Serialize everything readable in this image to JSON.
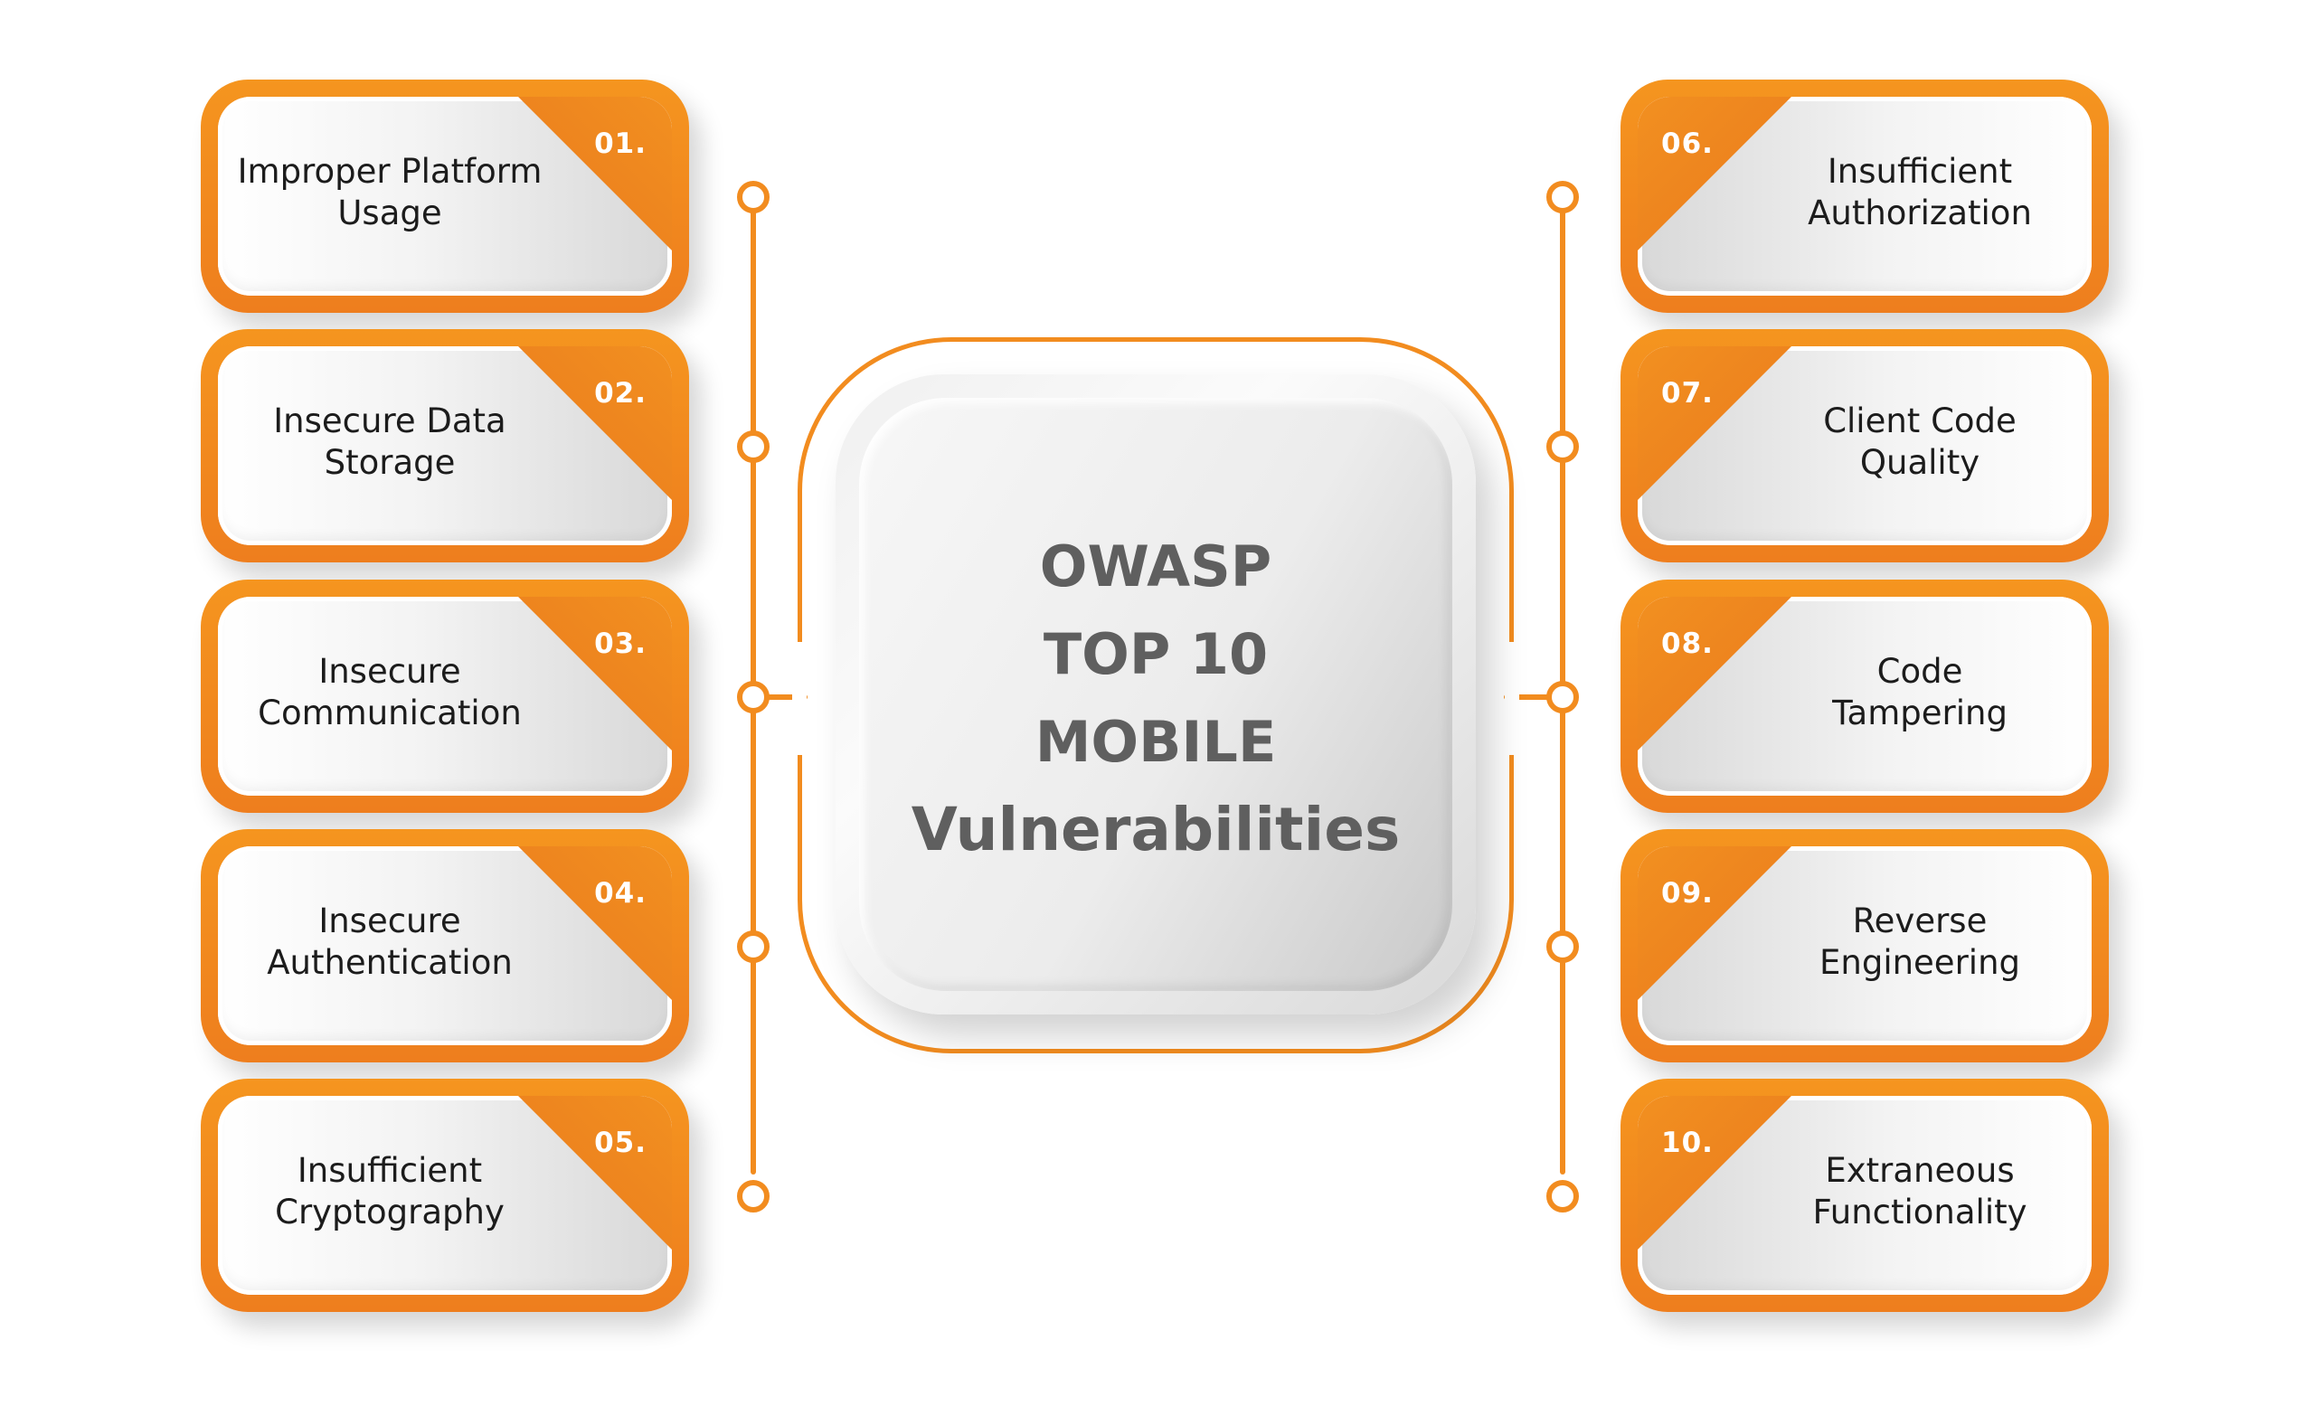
{
  "title": {
    "line1": "OWASP",
    "line2": "TOP 10",
    "line3": "MOBILE",
    "line4": "Vulnerabilities"
  },
  "colors": {
    "accent": "#f28c1f",
    "text": "#1c1c1c",
    "title": "#5f5f5f",
    "number": "#ffffff"
  },
  "items_left": [
    {
      "number": "01.",
      "label": "Improper Platform\nUsage"
    },
    {
      "number": "02.",
      "label": "Insecure Data\nStorage"
    },
    {
      "number": "03.",
      "label": "Insecure\nCommunication"
    },
    {
      "number": "04.",
      "label": "Insecure\nAuthentication"
    },
    {
      "number": "05.",
      "label": "Insufficient\nCryptography"
    }
  ],
  "items_right": [
    {
      "number": "06.",
      "label": "Insufficient\nAuthorization"
    },
    {
      "number": "07.",
      "label": "Client Code\nQuality"
    },
    {
      "number": "08.",
      "label": "Code\nTampering"
    },
    {
      "number": "09.",
      "label": "Reverse\nEngineering"
    },
    {
      "number": "10.",
      "label": "Extraneous\nFunctionality"
    }
  ]
}
